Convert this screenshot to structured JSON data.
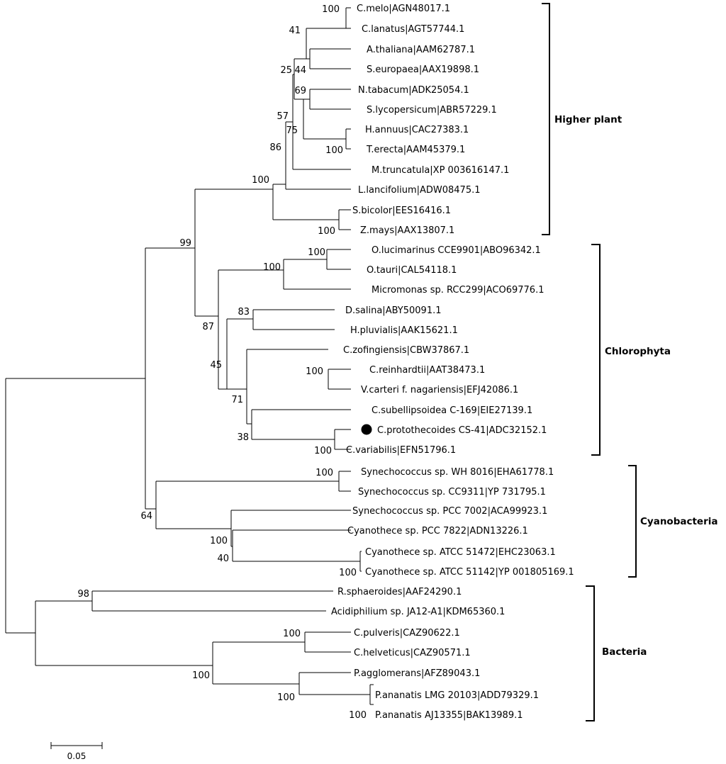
{
  "leaves": [
    "C.melo|AGN48017.1",
    "C.lanatus|AGT57744.1",
    "A.thaliana|AAM62787.1",
    "S.europaea|AAX19898.1",
    "N.tabacum|ADK25054.1",
    "S.lycopersicum|ABR57229.1",
    "H.annuus|CAC27383.1",
    "T.erecta|AAM45379.1",
    "M.truncatula|XP 003616147.1",
    "L.lancifolium|ADW08475.1",
    "S.bicolor|EES16416.1",
    "Z.mays|AAX13807.1",
    "O.lucimarinus CCE9901|ABO96342.1",
    "O.tauri|CAL54118.1",
    "Micromonas sp. RCC299|ACO69776.1",
    "D.salina|ABY50091.1",
    "H.pluvialis|AAK15621.1",
    "C.zofingiensis|CBW37867.1",
    "C.reinhardtii|AAT38473.1",
    "V.carteri f. nagariensis|EFJ42086.1",
    "C.subellipsoidea C-169|EIE27139.1",
    "C.protothecoides CS-41|ADC32152.1",
    "C.variabilis|EFN51796.1",
    "Synechococcus sp. WH 8016|EHA61778.1",
    "Synechococcus sp. CC9311|YP 731795.1",
    "Synechococcus sp. PCC 7002|ACA99923.1",
    "Cyanothece sp. PCC 7822|ADN13226.1",
    "Cyanothece sp. ATCC 51472|EHC23063.1",
    "Cyanothece sp. ATCC 51142|YP 001805169.1",
    "R.sphaeroides|AAF24290.1",
    "Acidiphilium sp. JA12-A1|KDM65360.1",
    "C.pulveris|CAZ90622.1",
    "C.helveticus|CAZ90571.1",
    "P.agglomerans|AFZ89043.1",
    "P.ananatis LMG 20103|ADD79329.1",
    "P.ananatis AJ13355|BAK13989.1"
  ],
  "bootstrap": [
    "100",
    "41",
    "25",
    "44",
    "69",
    "57",
    "75",
    "100",
    "86",
    "100",
    "100",
    "99",
    "100",
    "100",
    "83",
    "87",
    "45",
    "100",
    "71",
    "38",
    "100",
    "100",
    "64",
    "100",
    "40",
    "100",
    "98",
    "100",
    "100",
    "100",
    "100"
  ],
  "clades": [
    "Higher plant",
    "Chlorophyta",
    "Cyanobacteria",
    "Bacteria"
  ],
  "scale": {
    "label": "0.05"
  },
  "highlighted_leaf": "C.protothecoides CS-41|ADC32152.1"
}
